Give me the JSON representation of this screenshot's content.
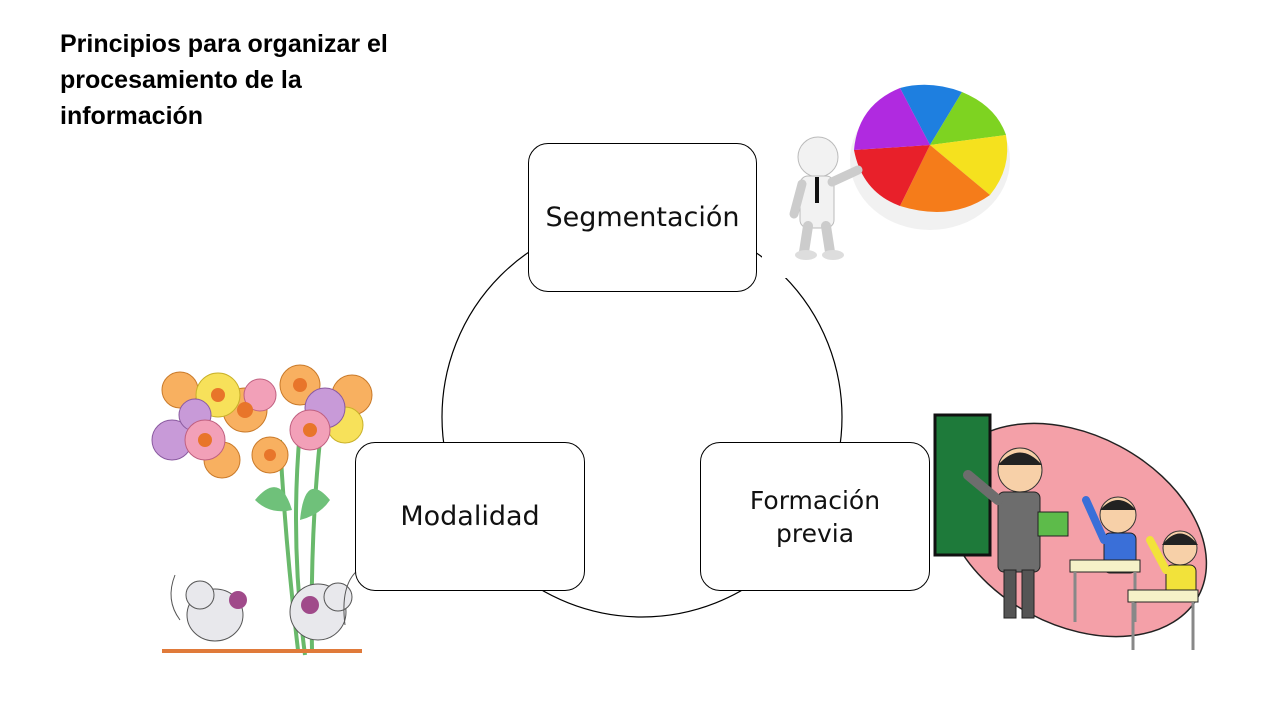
{
  "slide": {
    "title": "Principios para organizar el procesamiento de la información"
  },
  "cycle": {
    "nodes": [
      {
        "label": "Segmentación"
      },
      {
        "label": "Formación previa"
      },
      {
        "label": "Modalidad"
      }
    ]
  },
  "illustrations": {
    "top_right": "person-with-pie-chart",
    "left": "mice-with-flowers",
    "right": "teacher-with-students"
  },
  "colors": {
    "pie": [
      "#1e7fe0",
      "#7ed321",
      "#f5e11e",
      "#f57c1a",
      "#e8202a",
      "#b02ae0"
    ],
    "classroom_oval": "#f4a0a8",
    "chalkboard": "#1e7a3a"
  }
}
